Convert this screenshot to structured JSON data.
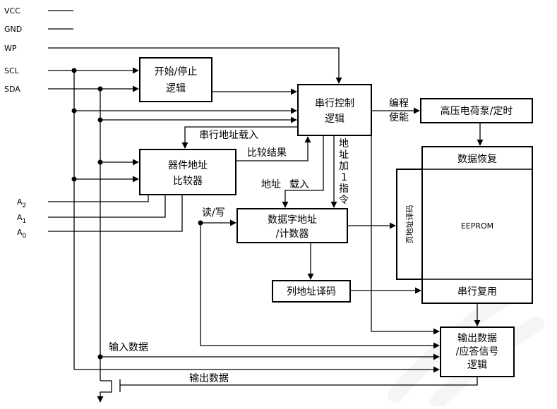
{
  "pins": {
    "vcc": "VCC",
    "gnd": "GND",
    "wp": "WP",
    "scl": "SCL",
    "sda": "SDA",
    "a2": "A",
    "a2_sub": "2",
    "a1": "A",
    "a1_sub": "1",
    "a0": "A",
    "a0_sub": "0"
  },
  "blocks": {
    "start_stop_1": "开始/停止",
    "start_stop_2": "逻辑",
    "serial_ctrl_1": "串行控制",
    "serial_ctrl_2": "逻辑",
    "hv_pump": "高压电荷泵/定时",
    "dev_addr_1": "器件地址",
    "dev_addr_2": "比较器",
    "word_addr_1": "数据字地址",
    "word_addr_2": "/计数器",
    "data_recovery": "数据恢复",
    "eeprom": "EEPROM",
    "page_decode": "页地址译码",
    "col_decode": "列地址译码",
    "serial_mux": "串行复用",
    "out_logic_1": "输出数据",
    "out_logic_2": "/应答信号",
    "out_logic_3": "逻辑"
  },
  "signals": {
    "prog_1": "编程",
    "prog_2": "使能",
    "serial_addr_load": "串行地址载入",
    "compare_result": "比较结果",
    "addr": "地址",
    "load": "载入",
    "addr_inc": [
      "地",
      "址",
      "加",
      "1",
      "指",
      "令"
    ],
    "rw": "读/写",
    "data_in": "输入数据",
    "data_out": "输出数据"
  }
}
